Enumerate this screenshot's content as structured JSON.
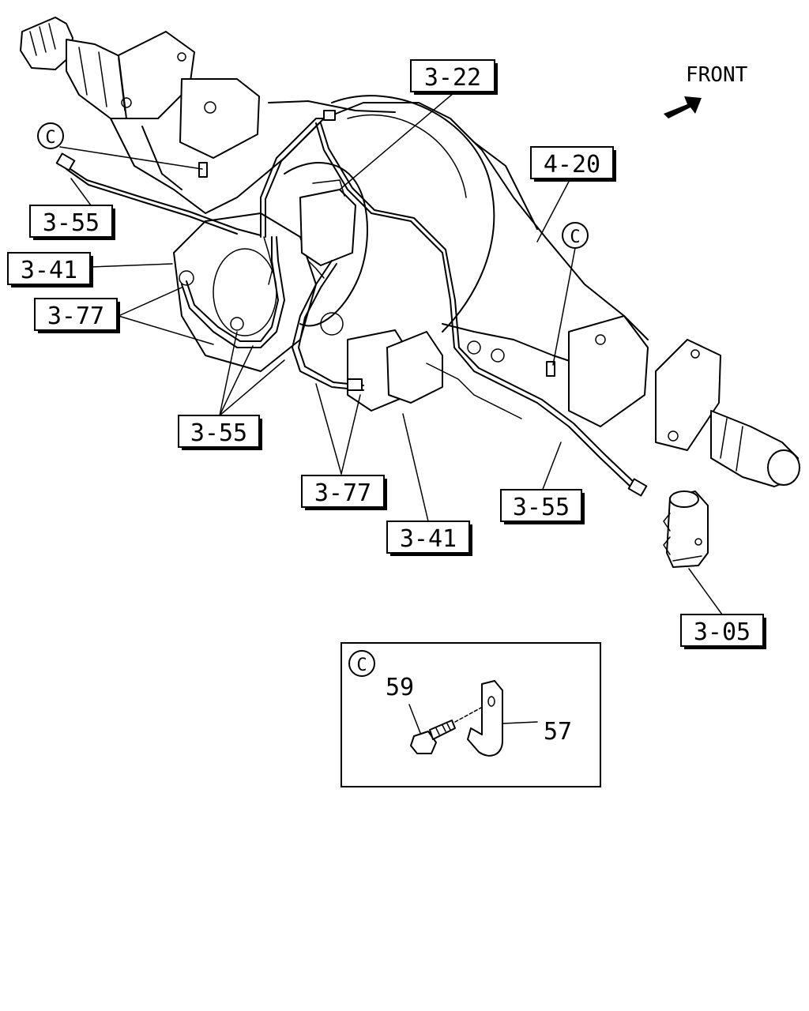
{
  "front_label": "FRONT",
  "callouts": {
    "c_3_22": "3-22",
    "c_4_20": "4-20",
    "c_3_55_left": "3-55",
    "c_3_41_left": "3-41",
    "c_3_77_left": "3-77",
    "c_3_55_bottom": "3-55",
    "c_3_77_bottom": "3-77",
    "c_3_55_right": "3-55",
    "c_3_41_bottom": "3-41",
    "c_3_05": "3-05"
  },
  "detail_markers": {
    "marker_left": "C",
    "marker_right": "C",
    "inset_marker": "C"
  },
  "inset": {
    "part_59": "59",
    "part_57": "57"
  }
}
